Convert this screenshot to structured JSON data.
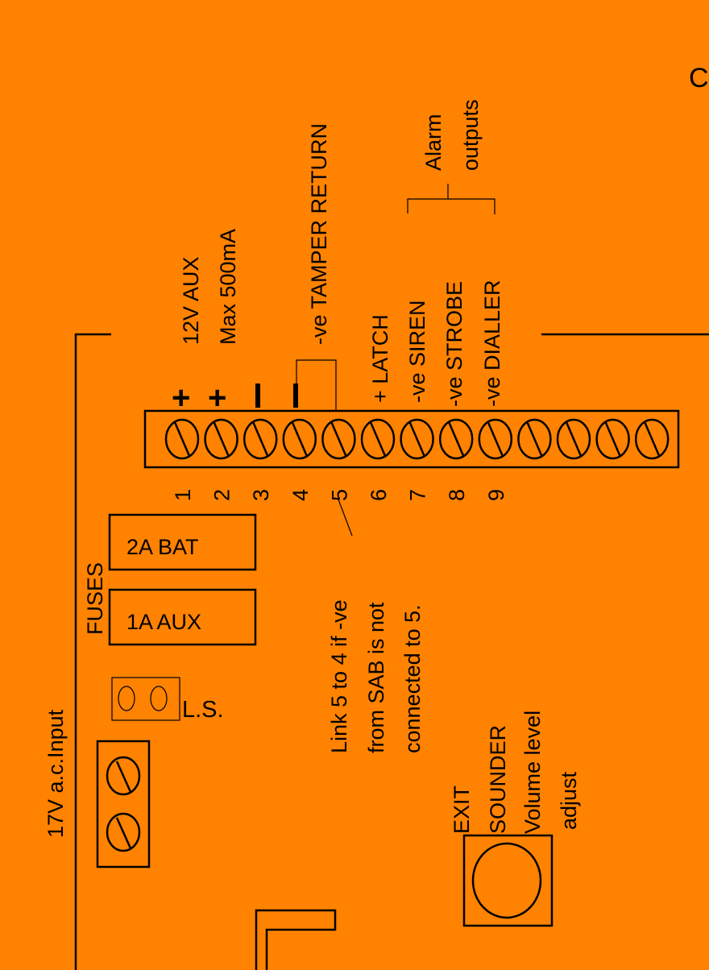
{
  "diagram": {
    "title_fragment": "C",
    "background_color": "#ff8200",
    "line_color": "#000000",
    "terminal_block": {
      "terminal_count": 13,
      "numbers": [
        "1",
        "2",
        "3",
        "4",
        "5",
        "6",
        "7",
        "8",
        "9"
      ],
      "polarity_marks": [
        "+",
        "+",
        "|",
        "|"
      ],
      "labels": {
        "aux_line1": "12V AUX",
        "aux_line2": "Max 500mA",
        "tamper": "-ve TAMPER RETURN",
        "latch": "+ LATCH",
        "siren": "-ve SIREN",
        "strobe": "-ve STROBE",
        "dialler": "-ve DIALLER"
      },
      "group_label_line1": "Alarm",
      "group_label_line2": "outputs"
    },
    "link_note": {
      "line1": "Link 5 to 4 if -ve",
      "line2": "from SAB is not",
      "line3": "connected to 5."
    },
    "fuses": {
      "title": "FUSES",
      "items": [
        "2A BAT",
        "1A AUX"
      ]
    },
    "ls_label": "L.S.",
    "ac_input_label": "17V a.c.Input",
    "sounder": {
      "line1": "EXIT",
      "line2": "SOUNDER",
      "line3": "Volume level",
      "line4": "adjust"
    }
  }
}
